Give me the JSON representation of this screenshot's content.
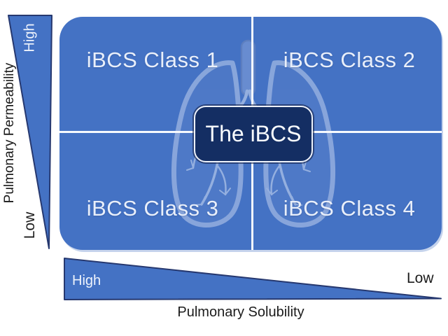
{
  "figure": {
    "name": "iBCS classification quadrant diagram",
    "center_label": "The iBCS",
    "quadrants": [
      {
        "id": "class-1",
        "label": "iBCS Class 1"
      },
      {
        "id": "class-2",
        "label": "iBCS Class 2"
      },
      {
        "id": "class-3",
        "label": "iBCS Class 3"
      },
      {
        "id": "class-4",
        "label": "iBCS Class 4"
      }
    ],
    "y_axis": {
      "label": "Pulmonary Permeability",
      "high_label": "High",
      "low_label": "Low"
    },
    "x_axis": {
      "label": "Pulmonary Solubility",
      "high_label": "High",
      "low_label": "Low"
    },
    "watermark_icon": "lungs-icon",
    "colors": {
      "matrix_blue": "#4472c4",
      "wedge_blue": "#4472c4",
      "wedge_outline": "#26386f",
      "divider_white": "#f6f9fd",
      "center_box_bg": "#142e63",
      "center_box_border": "#eef2fa",
      "quadrant_text": "#e9effa",
      "axis_text": "#1b1b1b"
    }
  }
}
